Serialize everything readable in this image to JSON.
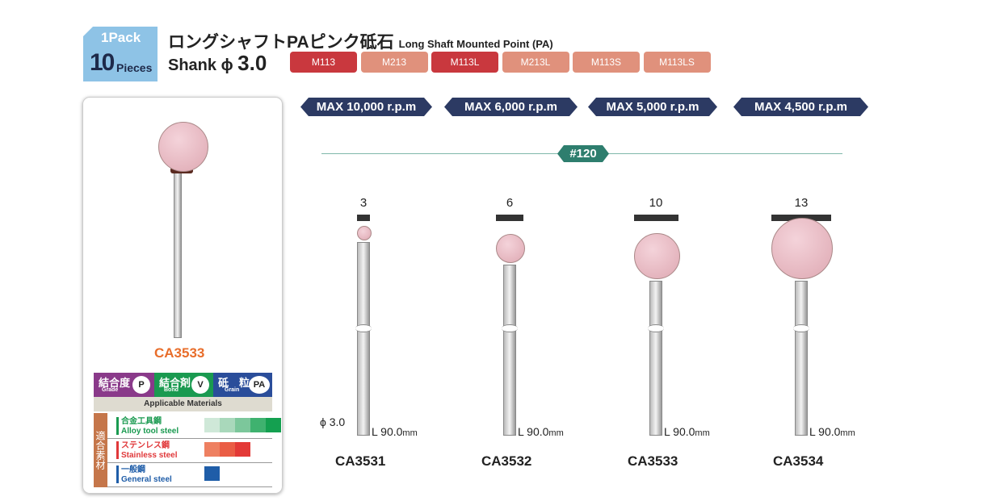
{
  "header": {
    "pack_top": "1Pack",
    "pack_num": "10",
    "pack_unit": "Pieces",
    "title_jp": "ロングシャフトPAピンク砥石",
    "title_en": "Long Shaft Mounted Point (PA)",
    "shank_label": "Shank",
    "shank_symbol": "ϕ",
    "shank_value": "3.0"
  },
  "mandrels": [
    {
      "code": "M113",
      "color": "#c9383e"
    },
    {
      "code": "M213",
      "color": "#e0917c"
    },
    {
      "code": "M113L",
      "color": "#c9383e"
    },
    {
      "code": "M213L",
      "color": "#e0917c"
    },
    {
      "code": "M113S",
      "color": "#e0917c"
    },
    {
      "code": "M113LS",
      "color": "#e0917c"
    }
  ],
  "featured": {
    "code": "CA3533",
    "grade_jp": "結合度",
    "grade_en": "Grade",
    "grade_val": "P",
    "bond_jp": "結合剤",
    "bond_en": "Bond",
    "bond_val": "V",
    "grain_jp": "砥　粒",
    "grain_en": "Grain",
    "grain_val": "PA",
    "applicable": "Applicable Materials",
    "side": "適合素材",
    "materials": [
      {
        "jp": "合金工具鋼",
        "en": "Alloy tool steel",
        "color": "#1a9a50",
        "swatches": [
          "#cfe8d8",
          "#a9d8bb",
          "#7cc79b",
          "#3fb26f",
          "#14a050"
        ]
      },
      {
        "jp": "ステンレス鋼",
        "en": "Stainless steel",
        "color": "#e0383a",
        "swatches": [
          "#ee8061",
          "#ea5d45",
          "#e33a37"
        ]
      },
      {
        "jp": "一般鋼",
        "en": "General steel",
        "color": "#1f5da8",
        "swatches": [
          "#1f5da8"
        ]
      }
    ]
  },
  "grit": "#120",
  "products": [
    {
      "code": "CA3531",
      "dia": "3",
      "rpm": "MAX 10,000 r.p.m",
      "length": "L 90.0",
      "unit": "mm",
      "shank_dim": "ϕ 3.0"
    },
    {
      "code": "CA3532",
      "dia": "6",
      "rpm": "MAX 6,000 r.p.m",
      "length": "L 90.0",
      "unit": "mm"
    },
    {
      "code": "CA3533",
      "dia": "10",
      "rpm": "MAX 5,000 r.p.m",
      "length": "L 90.0",
      "unit": "mm"
    },
    {
      "code": "CA3534",
      "dia": "13",
      "rpm": "MAX 4,500 r.p.m",
      "length": "L 90.0",
      "unit": "mm"
    }
  ]
}
